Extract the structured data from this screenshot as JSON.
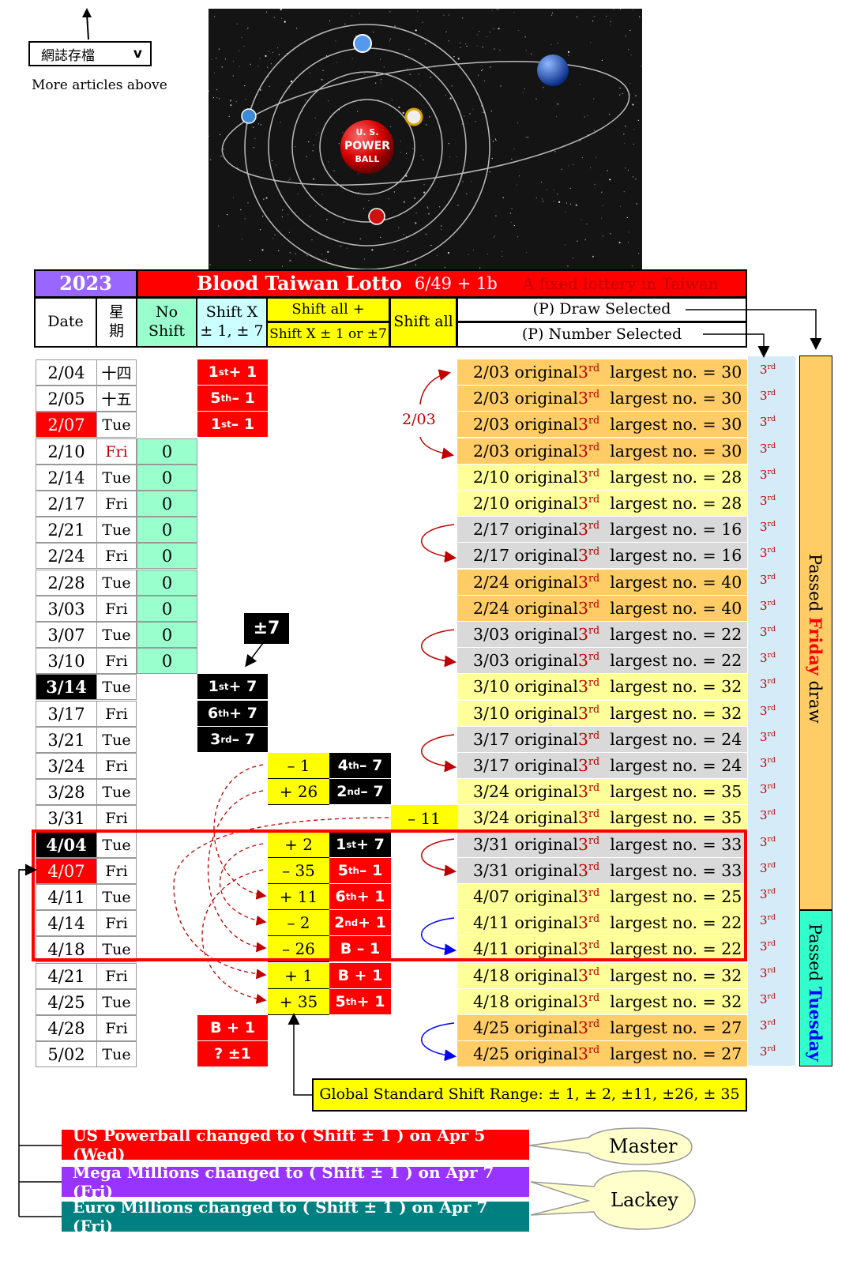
{
  "archive": {
    "label": "網誌存檔",
    "chevron": "v",
    "more": "More articles above"
  },
  "hero": {
    "logo_line1": "U. S.",
    "logo_line2": "POWER",
    "logo_line3": "BALL"
  },
  "header": {
    "year": "2023",
    "title": "Blood Taiwan Lotto",
    "format": "6/49 + 1b",
    "subtitle": "A fixed lottery in Taiwan",
    "col_date": "Date",
    "col_weekday_1": "星",
    "col_weekday_2": "期",
    "col_noshift_1": "No",
    "col_noshift_2": "Shift",
    "col_shiftx_1": "Shift X",
    "col_shiftx_2": "± 1, ± 7",
    "col_shiftall_plus_1": "Shift all +",
    "col_shiftall_plus_2": "Shift X ± 1 or ±7",
    "col_shiftall": "Shift all",
    "draw_selected": "(P) Draw Selected",
    "number_selected": "(P) Number Selected"
  },
  "colors": {
    "red": "#ff0000",
    "purple": "#9966ff",
    "mint": "#99ffcc",
    "cyan": "#ccffff",
    "yellow": "#ffff00",
    "orange": "#ffcc66",
    "lightyellow": "#ffff99",
    "gray": "#d9d9d9",
    "black": "#000000",
    "lightblue": "#d5ecf8",
    "teal": "#33ffcc",
    "darkteal": "#008080"
  },
  "rows": [
    {
      "date": "2/04",
      "day": "十四",
      "noshift": "",
      "sx": "1|st|+ 1",
      "sa_plus": "",
      "sa_x": "",
      "sa": "",
      "orig": "2/03",
      "num": "30"
    },
    {
      "date": "2/05",
      "day": "十五",
      "noshift": "",
      "sx": "5|th|– 1",
      "sa_plus": "",
      "sa_x": "",
      "sa": "",
      "orig": "2/03",
      "num": "30"
    },
    {
      "date": "2/07",
      "day": "Tue",
      "noshift": "",
      "sx": "1|st|– 1",
      "sa_plus": "",
      "sa_x": "",
      "sa": "",
      "orig": "2/03",
      "num": "30"
    },
    {
      "date": "2/10",
      "day": "Fri",
      "noshift": "0",
      "sx": "",
      "sa_plus": "",
      "sa_x": "",
      "sa": "",
      "orig": "2/03",
      "num": "30"
    },
    {
      "date": "2/14",
      "day": "Tue",
      "noshift": "0",
      "sx": "",
      "sa_plus": "",
      "sa_x": "",
      "sa": "",
      "orig": "2/10",
      "num": "28"
    },
    {
      "date": "2/17",
      "day": "Fri",
      "noshift": "0",
      "sx": "",
      "sa_plus": "",
      "sa_x": "",
      "sa": "",
      "orig": "2/10",
      "num": "28"
    },
    {
      "date": "2/21",
      "day": "Tue",
      "noshift": "0",
      "sx": "",
      "sa_plus": "",
      "sa_x": "",
      "sa": "",
      "orig": "2/17",
      "num": "16"
    },
    {
      "date": "2/24",
      "day": "Fri",
      "noshift": "0",
      "sx": "",
      "sa_plus": "",
      "sa_x": "",
      "sa": "",
      "orig": "2/17",
      "num": "16"
    },
    {
      "date": "2/28",
      "day": "Tue",
      "noshift": "0",
      "sx": "",
      "sa_plus": "",
      "sa_x": "",
      "sa": "",
      "orig": "2/24",
      "num": "40"
    },
    {
      "date": "3/03",
      "day": "Fri",
      "noshift": "0",
      "sx": "",
      "sa_plus": "",
      "sa_x": "",
      "sa": "",
      "orig": "2/24",
      "num": "40"
    },
    {
      "date": "3/07",
      "day": "Tue",
      "noshift": "0",
      "sx": "",
      "sa_plus": "",
      "sa_x": "",
      "sa": "",
      "orig": "3/03",
      "num": "22"
    },
    {
      "date": "3/10",
      "day": "Fri",
      "noshift": "0",
      "sx": "",
      "sa_plus": "",
      "sa_x": "",
      "sa": "",
      "orig": "3/03",
      "num": "22"
    },
    {
      "date": "3/14",
      "day": "Tue",
      "noshift": "",
      "sx": "1|st|+ 7",
      "sa_plus": "",
      "sa_x": "",
      "sa": "",
      "orig": "3/10",
      "num": "32"
    },
    {
      "date": "3/17",
      "day": "Fri",
      "noshift": "",
      "sx": "6|th|+ 7",
      "sa_plus": "",
      "sa_x": "",
      "sa": "",
      "orig": "3/10",
      "num": "32"
    },
    {
      "date": "3/21",
      "day": "Tue",
      "noshift": "",
      "sx": "3|rd|– 7",
      "sa_plus": "",
      "sa_x": "",
      "sa": "",
      "orig": "3/17",
      "num": "24"
    },
    {
      "date": "3/24",
      "day": "Fri",
      "noshift": "",
      "sx": "",
      "sa_plus": "– 1",
      "sa_x": "4|th|– 7",
      "sa": "",
      "orig": "3/17",
      "num": "24"
    },
    {
      "date": "3/28",
      "day": "Tue",
      "noshift": "",
      "sx": "",
      "sa_plus": "+ 26",
      "sa_x": "2|nd|– 7",
      "sa": "",
      "orig": "3/24",
      "num": "35"
    },
    {
      "date": "3/31",
      "day": "Fri",
      "noshift": "",
      "sx": "",
      "sa_plus": "",
      "sa_x": "",
      "sa": "– 11",
      "orig": "3/24",
      "num": "35"
    },
    {
      "date": "4/04",
      "day": "Tue",
      "noshift": "",
      "sx": "",
      "sa_plus": "+ 2",
      "sa_x": "1|st|+ 7",
      "sa": "",
      "orig": "3/31",
      "num": "33"
    },
    {
      "date": "4/07",
      "day": "Fri",
      "noshift": "",
      "sx": "",
      "sa_plus": "– 35",
      "sa_x": "5|th|– 1",
      "sa": "",
      "orig": "3/31",
      "num": "33"
    },
    {
      "date": "4/11",
      "day": "Tue",
      "noshift": "",
      "sx": "",
      "sa_plus": "+ 11",
      "sa_x": "6|th|+ 1",
      "sa": "",
      "orig": "4/07",
      "num": "25"
    },
    {
      "date": "4/14",
      "day": "Fri",
      "noshift": "",
      "sx": "",
      "sa_plus": "– 2",
      "sa_x": "2|nd|+ 1",
      "sa": "",
      "orig": "4/11",
      "num": "22"
    },
    {
      "date": "4/18",
      "day": "Tue",
      "noshift": "",
      "sx": "",
      "sa_plus": "– 26",
      "sa_x": "B – 1",
      "sa": "",
      "orig": "4/11",
      "num": "22"
    },
    {
      "date": "4/21",
      "day": "Fri",
      "noshift": "",
      "sx": "",
      "sa_plus": "+ 1",
      "sa_x": "B + 1",
      "sa": "",
      "orig": "4/18",
      "num": "32"
    },
    {
      "date": "4/25",
      "day": "Tue",
      "noshift": "",
      "sx": "",
      "sa_plus": "+ 35",
      "sa_x": "5|th|+ 1",
      "sa": "",
      "orig": "4/18",
      "num": "32"
    },
    {
      "date": "4/28",
      "day": "Fri",
      "noshift": "",
      "sx": "B + 1",
      "sa_plus": "",
      "sa_x": "",
      "sa": "",
      "orig": "4/25",
      "num": "27"
    },
    {
      "date": "5/02",
      "day": "Tue",
      "noshift": "",
      "sx": "? ±1",
      "sa_plus": "",
      "sa_x": "",
      "sa": "",
      "orig": "4/25",
      "num": "27"
    }
  ],
  "orig_word": "original",
  "rank": "3",
  "rank_sup": "rd",
  "largest_word": "largest no. =",
  "annotations": {
    "label_203": "2/03",
    "pm7": "±7",
    "passed_friday_1": "Passed ",
    "passed_friday_2": "Friday",
    "passed_friday_3": " draw",
    "passed_tuesday_1": "Passed ",
    "passed_tuesday_2": "Tuesday",
    "global_range": "Global Standard Shift Range:  ± 1, ± 2, ±11, ±26, ± 35"
  },
  "notes": [
    {
      "text": "US Powerball changed to ( Shift ± 1 ) on Apr 5 (Wed)",
      "color": "#ff0000"
    },
    {
      "text": "Mega Millions changed to ( Shift ± 1 ) on Apr 7 (Fri)",
      "color": "#9933ff"
    },
    {
      "text": "Euro Millions changed to ( Shift ± 1 ) on Apr 7 (Fri)",
      "color": "#008080"
    }
  ],
  "bubbles": {
    "master": "Master",
    "lackey": "Lackey"
  }
}
